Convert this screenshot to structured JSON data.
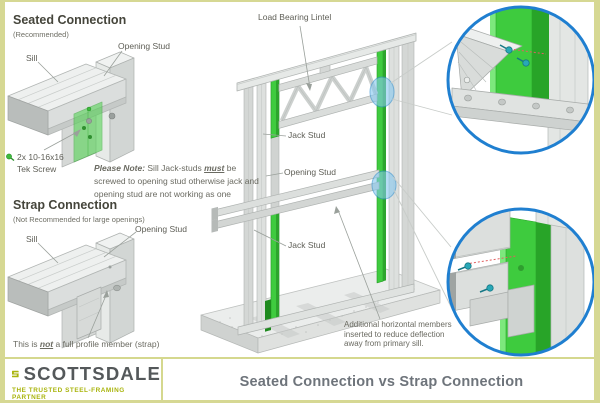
{
  "seated": {
    "title": "Seated Connection",
    "subtitle": "(Recommended)",
    "label_sill": "Sill",
    "label_opening_stud": "Opening Stud",
    "screw_line1": "2x 10-16x16",
    "screw_line2": "Tek Screw"
  },
  "note": {
    "prefix": "Please Note:",
    "part1": " Sill Jack-studs ",
    "emphasis": "must",
    "part2": " be screwed to opening stud otherwise jack and opening stud are not working as one"
  },
  "strap": {
    "title": "Strap Connection",
    "subtitle": "(Not Recommended for large openings)",
    "label_sill": "Sill",
    "label_opening_stud": "Opening Stud",
    "note_part1": "This is ",
    "note_emphasis": "not",
    "note_part2": " a full profile member (strap)"
  },
  "main_diagram": {
    "label_lintel": "Load Bearing Lintel",
    "label_jack_stud_top": "Jack Stud",
    "label_opening_stud": "Opening Stud",
    "label_jack_stud_bottom": "Jack Stud",
    "note_additional": "Additional horizontal members inserted to reduce deflection away from primary sill."
  },
  "footer": {
    "brand": "SCOTTSDALE",
    "tagline": "THE TRUSTED STEEL-FRAMING PARTNER",
    "title": "Seated Connection vs Strap Connection"
  },
  "colors": {
    "accent_green": "#3ecb3e",
    "accent_green_dark": "#28a428",
    "accent_blue": "#1f7fd0",
    "highlight_blue": "#85c8ef",
    "screw_teal": "#29a8b7",
    "page_border": "#d6d893",
    "logo_green": "#a9b40c",
    "steel_gray": "#dcdfdd",
    "label_text": "#5e5e56",
    "heading_text": "#45453b",
    "footer_title_text": "#6e747b"
  }
}
